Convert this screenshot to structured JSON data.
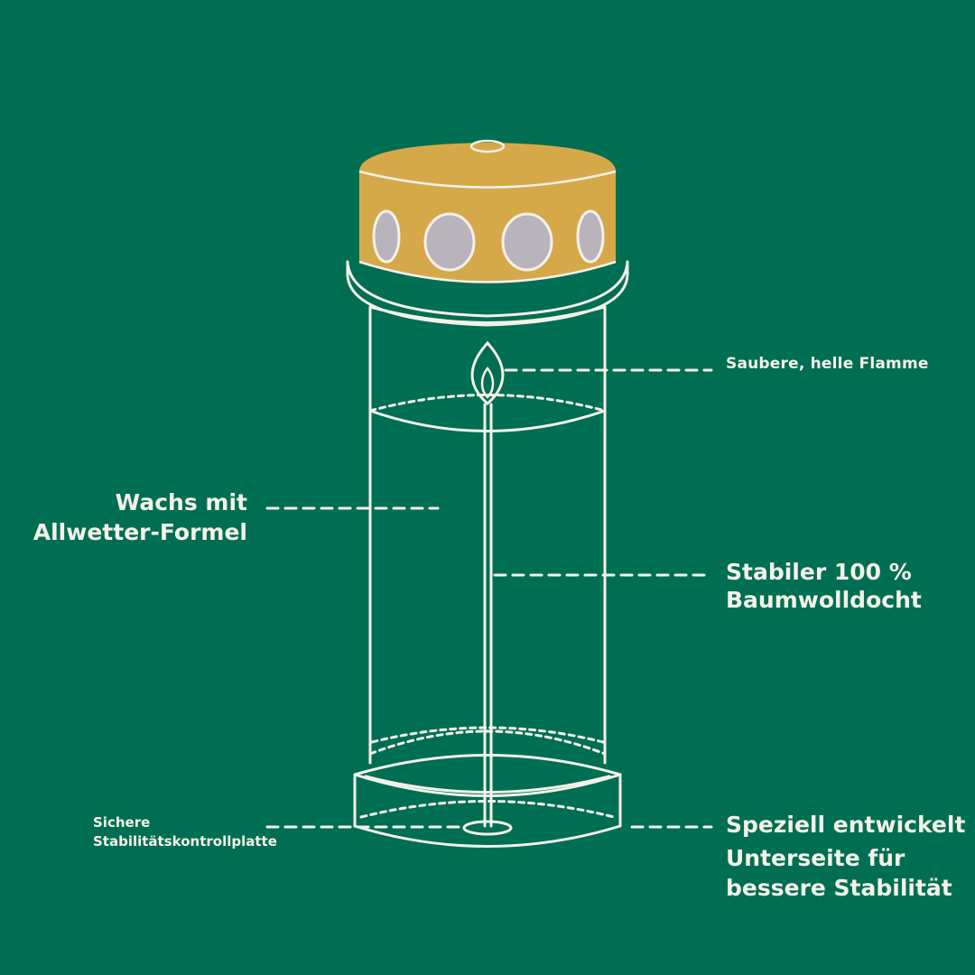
{
  "labels": {
    "flame": "Saubere, helle Flamme",
    "wax_line1": "Wachs mit",
    "wax_line2": "Allwetter-Formel",
    "wick_line1": "Stabiler 100 %",
    "wick_line2": "Baumwolldocht",
    "plate_line1": "Sichere",
    "plate_line2": "Stabilitätskontrollplatte",
    "base_line1": "Speziell entwickelt",
    "base_line2": "Unterseite für",
    "base_line3": "bessere Stabilität"
  },
  "colors": {
    "background": "#006e52",
    "lid": "#d5a94a",
    "lid_holes": "#b9b4bc",
    "outline": "#f4f1ea"
  },
  "icons": {
    "candle": "grave-candle-illustration",
    "flame": "flame-icon"
  }
}
